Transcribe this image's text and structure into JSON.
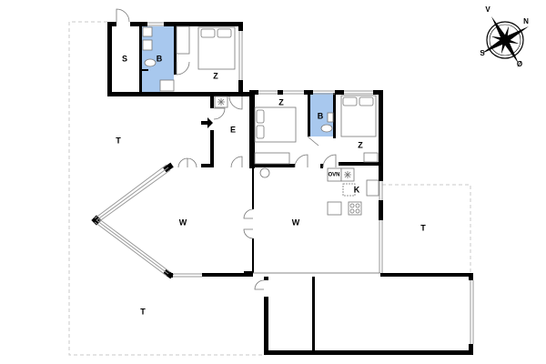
{
  "plan": {
    "colors": {
      "wall": "#000000",
      "bathroom": "#a8c8ee",
      "terrace_outline": "#c8c8c8",
      "window": "#9a9a9a",
      "background": "#ffffff"
    },
    "rooms": {
      "storage": "S",
      "bath_north": "B",
      "bedroom_north": "Z",
      "bedroom_mid": "Z",
      "bath_mid": "B",
      "bedroom_east": "Z",
      "entrance": "E",
      "living_west": "W",
      "living_center": "W",
      "kitchen": "K",
      "terrace_nw": "T",
      "terrace_east": "T",
      "terrace_sw": "T"
    },
    "fixtures": {
      "oven": "OVN"
    },
    "compass": {
      "north": "N",
      "east": "Ø",
      "south": "S",
      "west": "V"
    }
  }
}
